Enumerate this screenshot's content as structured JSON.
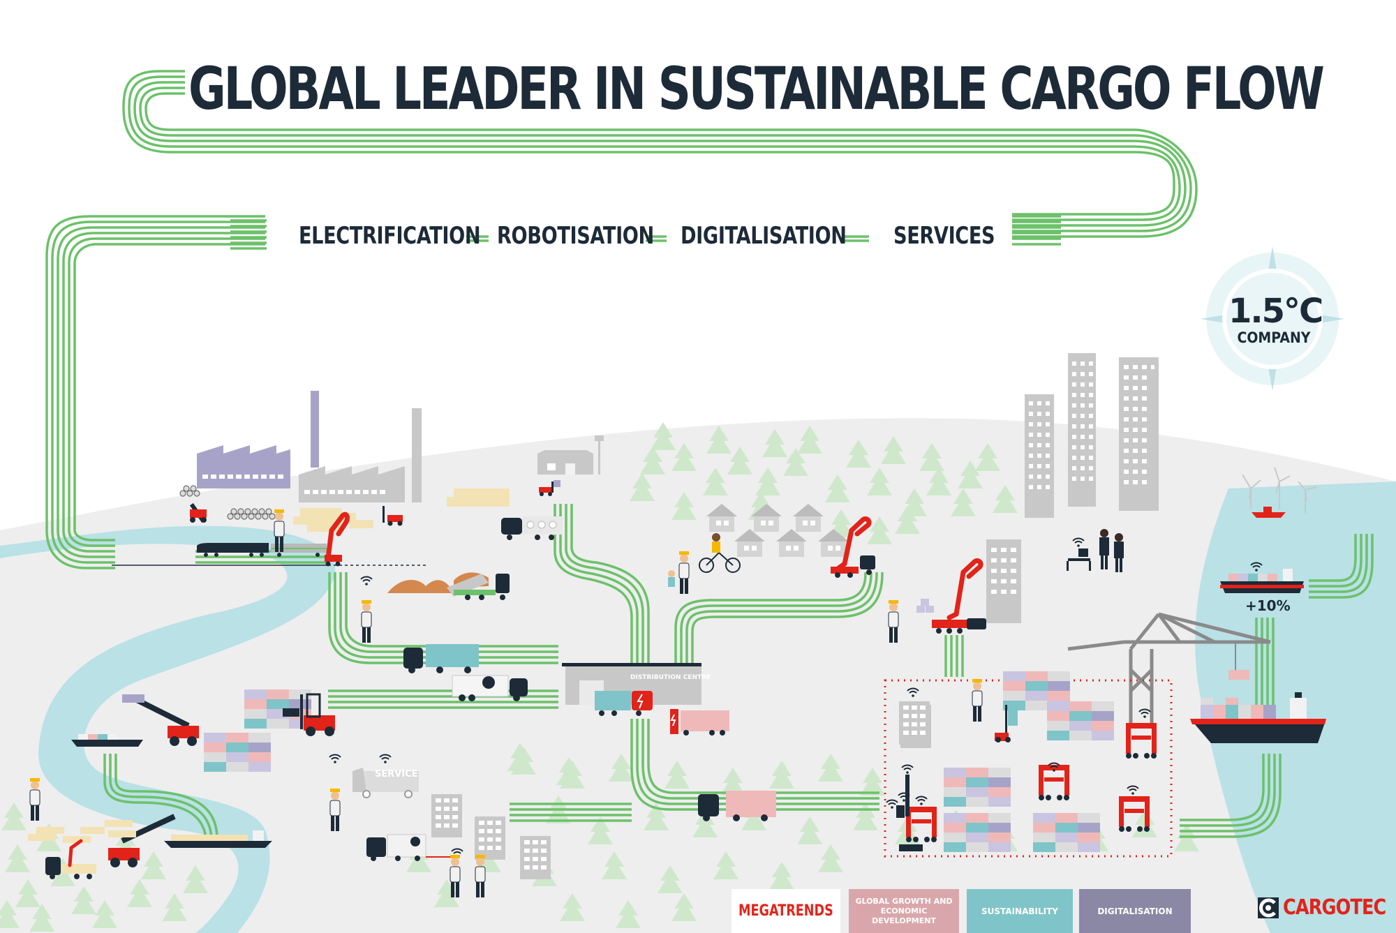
{
  "title": "GLOBAL LEADER IN SUSTAINABLE CARGO FLOW",
  "megatrends": [
    {
      "label": "ELECTRIFICATION"
    },
    {
      "label": "ROBOTISATION"
    },
    {
      "label": "DIGITALISATION"
    },
    {
      "label": "SERVICES"
    }
  ],
  "badge": {
    "value": "1.5°C",
    "label": "COMPANY"
  },
  "scene_labels": {
    "distribution_centre": "DISTRIBUTION CENTRE",
    "service_van": "SERVICE",
    "ship_growth": "+10%"
  },
  "legend": [
    {
      "label": "MEGATRENDS",
      "color": "#ffffff",
      "text_color": "#e2231a"
    },
    {
      "label": "GLOBAL GROWTH AND ECONOMIC DEVELOPMENT",
      "color": "#d9a7ab",
      "text_color": "#ffffff"
    },
    {
      "label": "SUSTAINABILITY",
      "color": "#7fc4c9",
      "text_color": "#ffffff"
    },
    {
      "label": "DIGITALISATION",
      "color": "#8b88a6",
      "text_color": "#ffffff"
    }
  ],
  "brand": {
    "name": "CARGOTEC",
    "icon": "cargotec-logo-icon",
    "color": "#e2231a"
  },
  "colors": {
    "accent_green": "#6cc16a",
    "navy": "#1d2a38",
    "water": "#b9e1e6",
    "land": "#eeeeee",
    "tree": "#cfe8cc",
    "red": "#e2231a",
    "pink": "#efb9b9",
    "teal": "#7fc4c9",
    "lavender": "#a7a3c8"
  }
}
